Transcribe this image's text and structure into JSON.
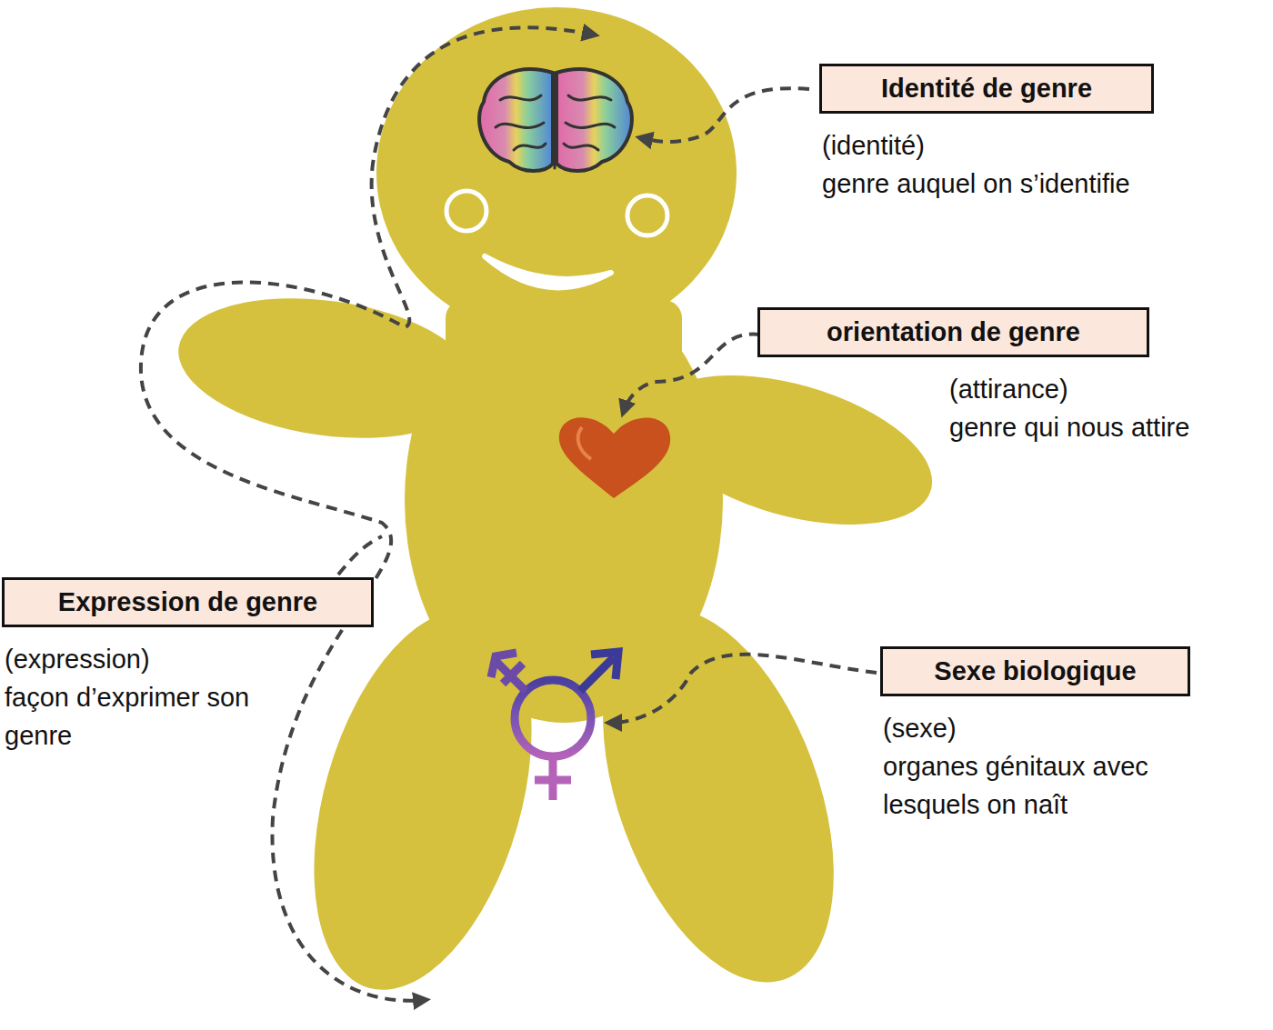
{
  "diagram": {
    "nodes": [
      {
        "text": [
          "Identité de genre",
          "(identité)",
          "genre auquel on s’identifie"
        ]
      },
      {
        "text": [
          "orientation de genre",
          "(attirance)",
          "genre qui nous attire"
        ]
      },
      {
        "text": [
          "Expression de genre",
          "(expression)",
          "façon d’exprimer son genre"
        ]
      },
      {
        "text": [
          "Sexe biologique",
          "(sexe)",
          "organes génitaux avec lesquels on naît"
        ]
      }
    ]
  }
}
